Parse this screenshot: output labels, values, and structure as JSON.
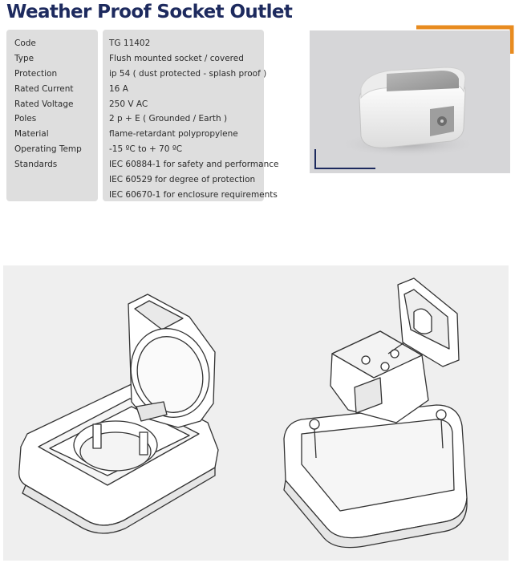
{
  "header": {
    "title": "Weather Proof Socket Outlet"
  },
  "specs": [
    {
      "label": "Code",
      "value": "TG 11402"
    },
    {
      "label": "Type",
      "value": "Flush mounted socket / covered"
    },
    {
      "label": "Protection",
      "value": "ip 54 ( dust protected - splash proof )"
    },
    {
      "label": "Rated Current",
      "value": "16 A"
    },
    {
      "label": "Rated Voltage",
      "value": "250 V AC"
    },
    {
      "label": "Poles",
      "value": "2 p + E ( Grounded / Earth )"
    },
    {
      "label": "Material",
      "value": "flame-retardant polypropylene"
    },
    {
      "label": "Operating Temp",
      "value": "-15 ºC to + 70 ºC"
    },
    {
      "label": "Standards",
      "value": "IEC 60884-1 for safety and performance"
    },
    {
      "label": "",
      "value": "IEC 60529 for degree of protection"
    },
    {
      "label": "",
      "value": "IEC 60670-1 for enclosure requirements"
    }
  ],
  "colors": {
    "title": "#1d2a5e",
    "accent_orange": "#e88b1f",
    "accent_navy": "#1d2a5e",
    "panel": "#dedede",
    "photo_bg": "#d6d6d8",
    "drawing_bg": "#efefef"
  },
  "icons": {
    "photo": "socket-product-photo",
    "drawing_left": "closed-socket-line-drawing",
    "drawing_right": "exploded-socket-line-drawing"
  }
}
